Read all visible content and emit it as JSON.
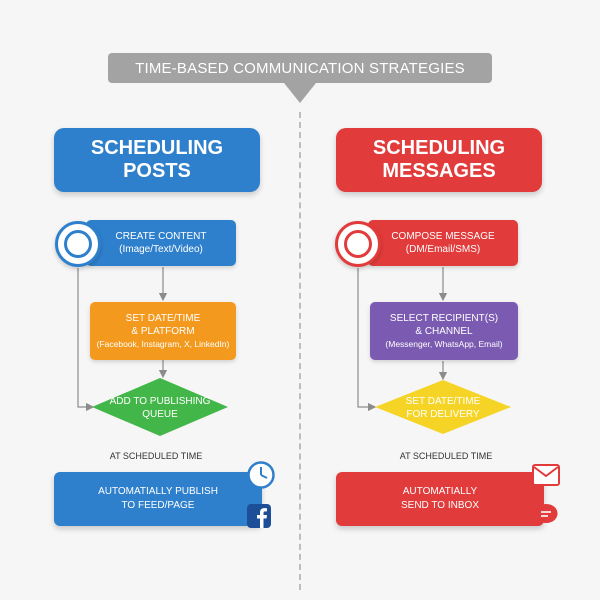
{
  "banner": {
    "title": "TIME-BASED COMMUNICATION STRATEGIES",
    "color": "#a3a3a3"
  },
  "left": {
    "title_lines": [
      "SCHEDULING",
      "POSTS"
    ],
    "color": "#2f80cc",
    "step1": [
      "CREATE CONTENT",
      "(Image/Text/Video)"
    ],
    "step2": [
      "SET DATE/TIME",
      "& PLATFORM",
      "(Facebook, Instagram, X, LinkedIn)"
    ],
    "step2_color": "#f39a1e",
    "decision": [
      "ADD TO PUBLISHING",
      "QUEUE"
    ],
    "decision_color": "#43b649",
    "trigger": "AT SCHEDULED TIME",
    "final": [
      "AUTOMATIALLY PUBLISH",
      "TO FEED/PAGE"
    ],
    "icons": [
      "clock-icon",
      "facebook-icon"
    ]
  },
  "right": {
    "title_lines": [
      "SCHEDULING",
      "MESSAGES"
    ],
    "color": "#e23b3b",
    "step1": [
      "COMPOSE MESSAGE",
      "(DM/Email/SMS)"
    ],
    "step2": [
      "SELECT RECIPIENT(S)",
      "& CHANNEL",
      "(Messenger, WhatsApp, Email)"
    ],
    "step2_color": "#7b5bb1",
    "decision": [
      "SET DATE/TIME",
      "FOR DELIVERY"
    ],
    "decision_color": "#f5d426",
    "trigger": "AT SCHEDULED TIME",
    "final": [
      "AUTOMATIALLY",
      "SEND TO INBOX"
    ],
    "icons": [
      "envelope-icon",
      "chat-bubble-icon"
    ]
  }
}
